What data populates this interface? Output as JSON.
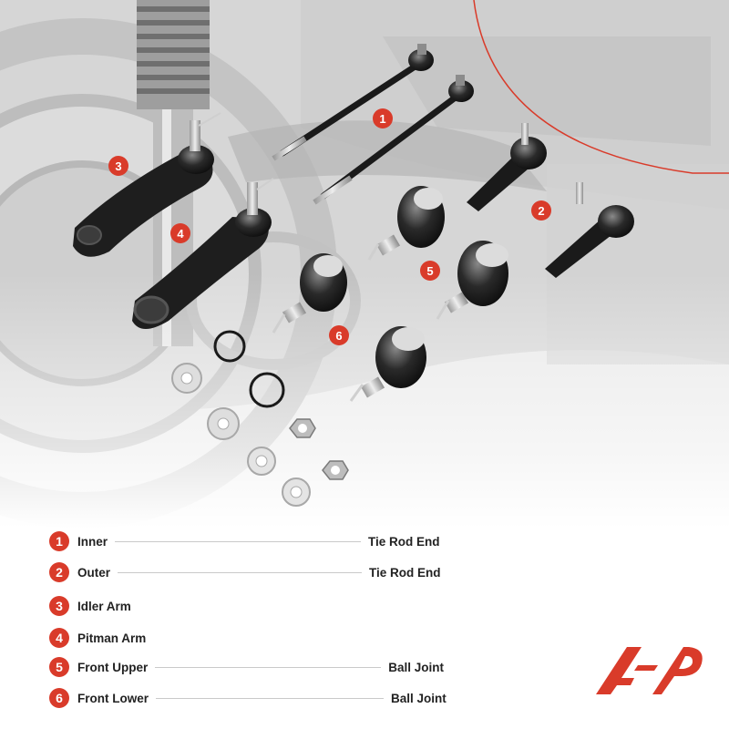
{
  "callouts": [
    "1",
    "2",
    "3",
    "4",
    "5",
    "6"
  ],
  "legend": [
    {
      "num": "1",
      "left": "Inner",
      "right": "Tie Rod End"
    },
    {
      "num": "2",
      "left": "Outer",
      "right": "Tie Rod End"
    },
    {
      "num": "3",
      "left": "Idler Arm",
      "right": ""
    },
    {
      "num": "4",
      "left": "Pitman Arm",
      "right": ""
    },
    {
      "num": "5",
      "left": "Front Upper",
      "right": "Ball Joint"
    },
    {
      "num": "6",
      "left": "Front Lower",
      "right": "Ball Joint"
    }
  ],
  "colors": {
    "accent": "#d93b2a",
    "part": "#1c1c1c",
    "chrome": "#c8c8c8",
    "background": "#ffffff"
  }
}
